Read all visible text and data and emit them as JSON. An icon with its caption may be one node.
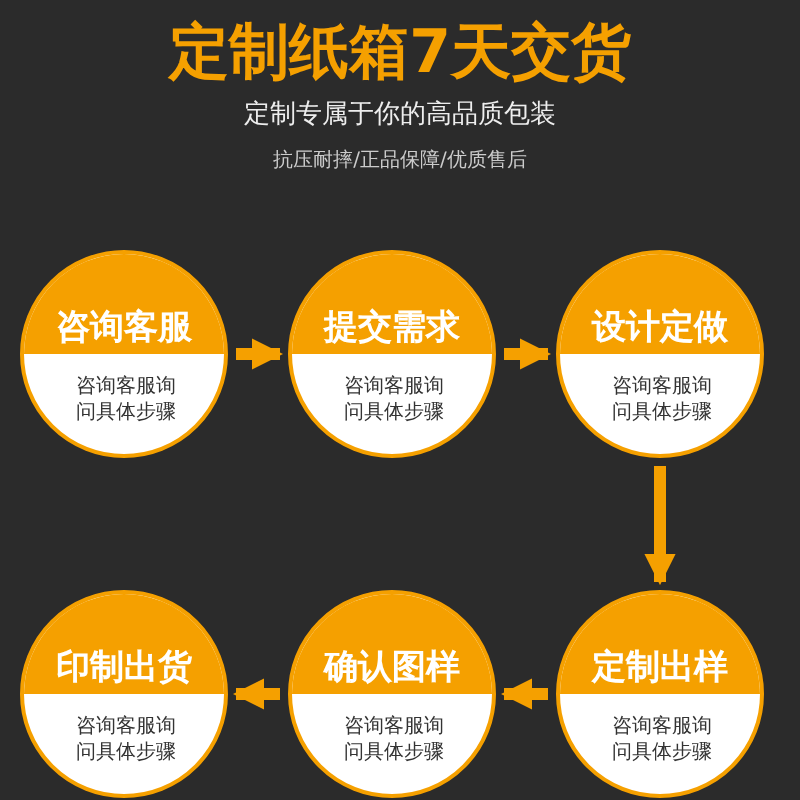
{
  "diagram": {
    "title": "定制纸箱7天交货",
    "caption": "定制专属于你的高品质包装",
    "nodes": [
      {
        "text": [
          "咨询客服",
          "咨询客服询问具体步骤"
        ]
      },
      {
        "text": [
          "提交需求",
          "咨询客服询问具体步骤"
        ]
      },
      {
        "text": [
          "设计定做",
          "咨询客服询问具体步骤"
        ]
      },
      {
        "text": [
          "印制出货",
          "咨询客服询问具体步骤"
        ]
      },
      {
        "text": [
          "确认图样",
          "咨询客服询问具体步骤"
        ]
      },
      {
        "text": [
          "定制出样",
          "咨询客服询问具体步骤"
        ]
      }
    ],
    "edges": [
      {
        "from": 0,
        "to": 1,
        "arrow": "to"
      },
      {
        "from": 1,
        "to": 2,
        "arrow": "to"
      },
      {
        "from": 2,
        "to": 5,
        "arrow": "to"
      },
      {
        "from": 5,
        "to": 4,
        "arrow": "to"
      },
      {
        "from": 4,
        "to": 3,
        "arrow": "to"
      }
    ],
    "labels": [
      "抗压耐摔/正品保障/优质售后"
    ]
  }
}
